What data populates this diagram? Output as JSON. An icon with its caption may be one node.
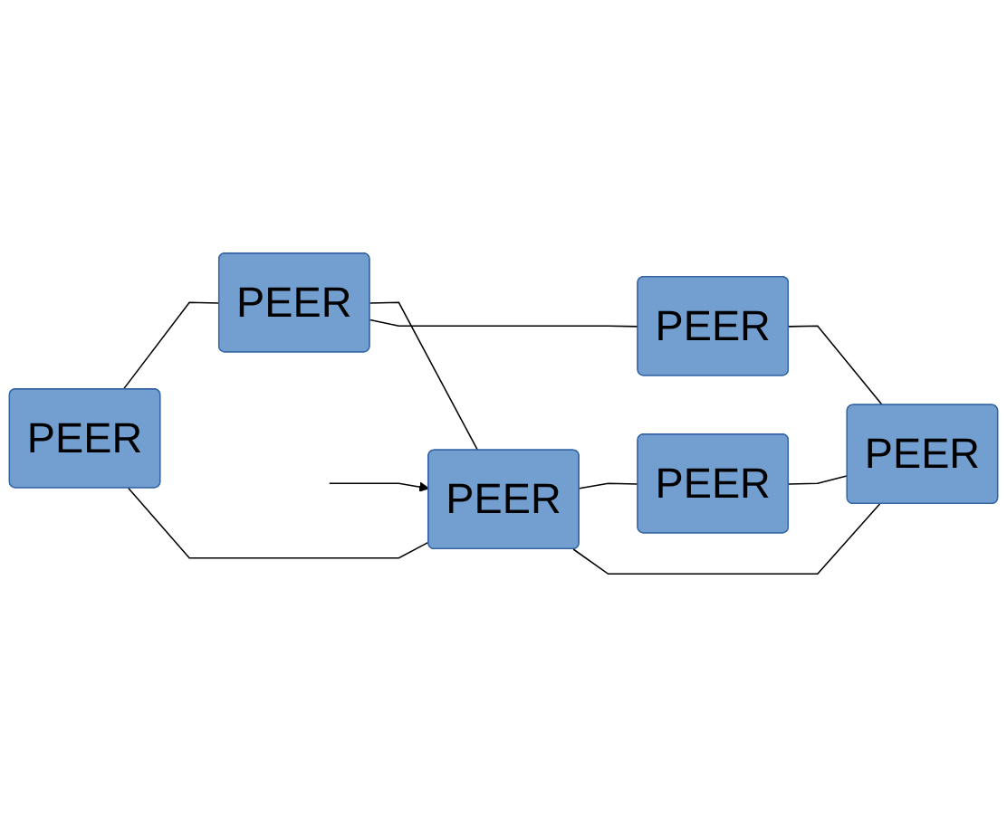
{
  "diagram": {
    "nodes": [
      {
        "text": [
          "PEER"
        ]
      },
      {
        "text": [
          "PEER"
        ]
      },
      {
        "text": [
          "PEER"
        ]
      },
      {
        "text": [
          "PEER"
        ]
      },
      {
        "text": [
          "PEER"
        ]
      },
      {
        "text": [
          "PEER"
        ]
      }
    ],
    "edges": [
      {
        "from": 0,
        "to": 1,
        "arrow": "none"
      },
      {
        "from": 0,
        "to": 2,
        "arrow": "none"
      },
      {
        "from": 1,
        "to": 2,
        "arrow": "none"
      },
      {
        "from": 1,
        "to": 3,
        "arrow": "none"
      },
      {
        "from": 2,
        "to": 4,
        "arrow": "none"
      },
      {
        "from": 2,
        "to": 5,
        "arrow": "none"
      },
      {
        "from": 3,
        "to": 5,
        "arrow": "none"
      },
      {
        "from": 4,
        "to": 5,
        "arrow": "none"
      },
      {
        "from": null,
        "to": 2,
        "arrow": "to"
      }
    ]
  }
}
